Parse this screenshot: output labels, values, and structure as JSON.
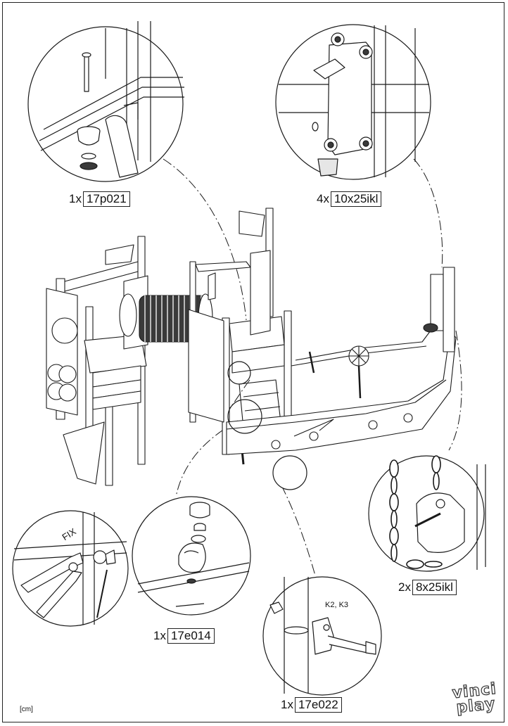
{
  "parts": [
    {
      "qty": "1x",
      "code": "17p021"
    },
    {
      "qty": "4x",
      "code": "10x25ikl"
    },
    {
      "qty": "2x",
      "code": "8x25ikl"
    },
    {
      "qty": "1x",
      "code": "17e014"
    },
    {
      "qty": "1x",
      "code": "17e022"
    }
  ],
  "detail_text": {
    "fix": "FIX",
    "hardware_note": "K2, K3"
  },
  "unit_label": "[cm]",
  "brand": {
    "line1": "vinci",
    "line2": "play"
  },
  "colors": {
    "line": "#1a1a1a",
    "paper": "#ffffff",
    "dark_fill": "#3a3a3a",
    "light_fill": "#e6e6e6"
  }
}
